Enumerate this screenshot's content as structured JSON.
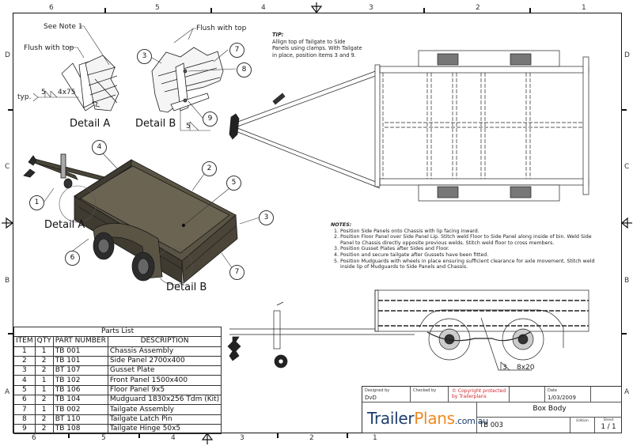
{
  "sheet": {
    "zones_top": [
      "6",
      "5",
      "4",
      "3",
      "2",
      "1"
    ],
    "zones_bottom": [
      "6",
      "5",
      "4",
      "3",
      "2",
      "1"
    ],
    "zones_left": [
      "D",
      "C",
      "B",
      "A"
    ],
    "zones_right": [
      "D",
      "C",
      "B",
      "A"
    ]
  },
  "detail_a": {
    "title": "Detail A",
    "callouts": [
      "See Note 1",
      "Flush with top",
      "typ."
    ],
    "weld_symbol": {
      "size": "5",
      "length": "4x75"
    }
  },
  "detail_b": {
    "title": "Detail B",
    "callouts": [
      "Flush with top"
    ],
    "balloons": [
      "3",
      "7",
      "8",
      "9"
    ],
    "weld_symbol": {
      "size": "5"
    }
  },
  "tip": {
    "heading": "TIP:",
    "text": "Allign top of Tailgate to Side Panels using clamps. With Tailgate in place, position items 3 and 9."
  },
  "iso_view": {
    "balloons": [
      "1",
      "2",
      "3",
      "4",
      "5",
      "6",
      "7"
    ],
    "detail_refs": [
      "Detail A",
      "Detail B"
    ]
  },
  "side_view": {
    "weld_symbol": {
      "size": "3",
      "length": "8x20"
    }
  },
  "notes": {
    "heading": "NOTES:",
    "items": [
      "Position Side Panels onto Chassis with lip facing inward.",
      "Position Floor Panel over Side Panel Lip. Stitch weld Floor to Side Panel along inside of bin. Weld Side Panel to Chassis directly opposite previous welds. Stitch weld floor to cross members.",
      "Position Gusset Plates after Sides and Floor.",
      "Position and secure tailgate after Gussets have been fitted.",
      "Position Mudguards with wheels in place ensuring sufficient clearance for axle movement. Stitch weld inside lip of Mudguards to Side Panels and Chassis."
    ]
  },
  "parts_list": {
    "title": "Parts List",
    "columns": [
      "ITEM",
      "QTY",
      "PART NUMBER",
      "DESCRIPTION"
    ],
    "rows": [
      [
        "1",
        "1",
        "TB 001",
        "Chassis Assembly"
      ],
      [
        "2",
        "2",
        "TB 101",
        "Side Panel 2700x400"
      ],
      [
        "3",
        "2",
        "BT 107",
        "Gusset Plate"
      ],
      [
        "4",
        "1",
        "TB 102",
        "Front Panel 1500x400"
      ],
      [
        "5",
        "1",
        "TB 106",
        "Floor Panel 9x5"
      ],
      [
        "6",
        "2",
        "TB 104",
        "Mudguard 1830x256 Tdm (Kit)"
      ],
      [
        "7",
        "1",
        "TB 002",
        "Tailgate Assembly"
      ],
      [
        "8",
        "2",
        "BT 110",
        "Tailgate Latch Pin"
      ],
      [
        "9",
        "2",
        "TB 108",
        "Tailgate Hinge 50x5"
      ]
    ]
  },
  "title_block": {
    "designed_by_label": "Designed by",
    "designed_by": "DvD",
    "checked_by_label": "Checked by",
    "checked_by": "",
    "copyright": "© Copyright protected by Trailerplans",
    "date_label": "Date",
    "date": "1/03/2009",
    "logo_part1": "Trailer",
    "logo_part2": "Plans",
    "logo_part3": ".com.au",
    "drawing_title": "Box Body",
    "drawing_number": "TB 003",
    "edition_label": "Edition",
    "edition": "",
    "sheet_label": "Sheet",
    "sheet": "1 / 1"
  },
  "colors": {
    "logo_blue": "#1d3f6e",
    "logo_orange": "#ef8a22",
    "copyright_red": "#d0262b",
    "trailer_body": "#4a4538"
  }
}
